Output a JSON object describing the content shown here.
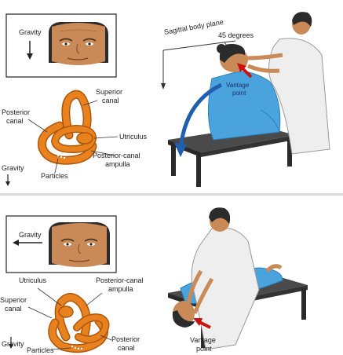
{
  "top": {
    "gravity_box_label": "Gravity",
    "plane_label": "Sagittal body plane",
    "angle_label": "45 degrees",
    "vantage_line1": "Vantage",
    "vantage_line2": "point",
    "canal_labels": {
      "superior_1": "Superior",
      "superior_2": "canal",
      "posterior_1": "Posterior",
      "posterior_2": "canal",
      "utriculus": "Utriculus",
      "ampulla_1": "Posterior-canal",
      "ampulla_2": "ampulla",
      "particles": "Particles",
      "gravity": "Gravity"
    }
  },
  "bottom": {
    "gravity_box_label": "Gravity",
    "vantage_line1": "Vantage",
    "vantage_line2": "point",
    "canal_labels": {
      "utriculus": "Utriculus",
      "ampulla_1": "Posterior-canal",
      "ampulla_2": "ampulla",
      "superior_1": "Superior",
      "superior_2": "canal",
      "posterior_1": "Posterior",
      "posterior_2": "canal",
      "particles": "Particles",
      "gravity": "Gravity"
    }
  },
  "colors": {
    "canal": "#e8821e",
    "canal_dark": "#b0560c",
    "skin": "#c98a57",
    "hair": "#2b2b2b",
    "gown": "#4aa3dc",
    "coat": "#eeeeee",
    "table": "#3a3a3a",
    "arrow_blue": "#1f5fae",
    "arrow_red": "#cc1111"
  }
}
